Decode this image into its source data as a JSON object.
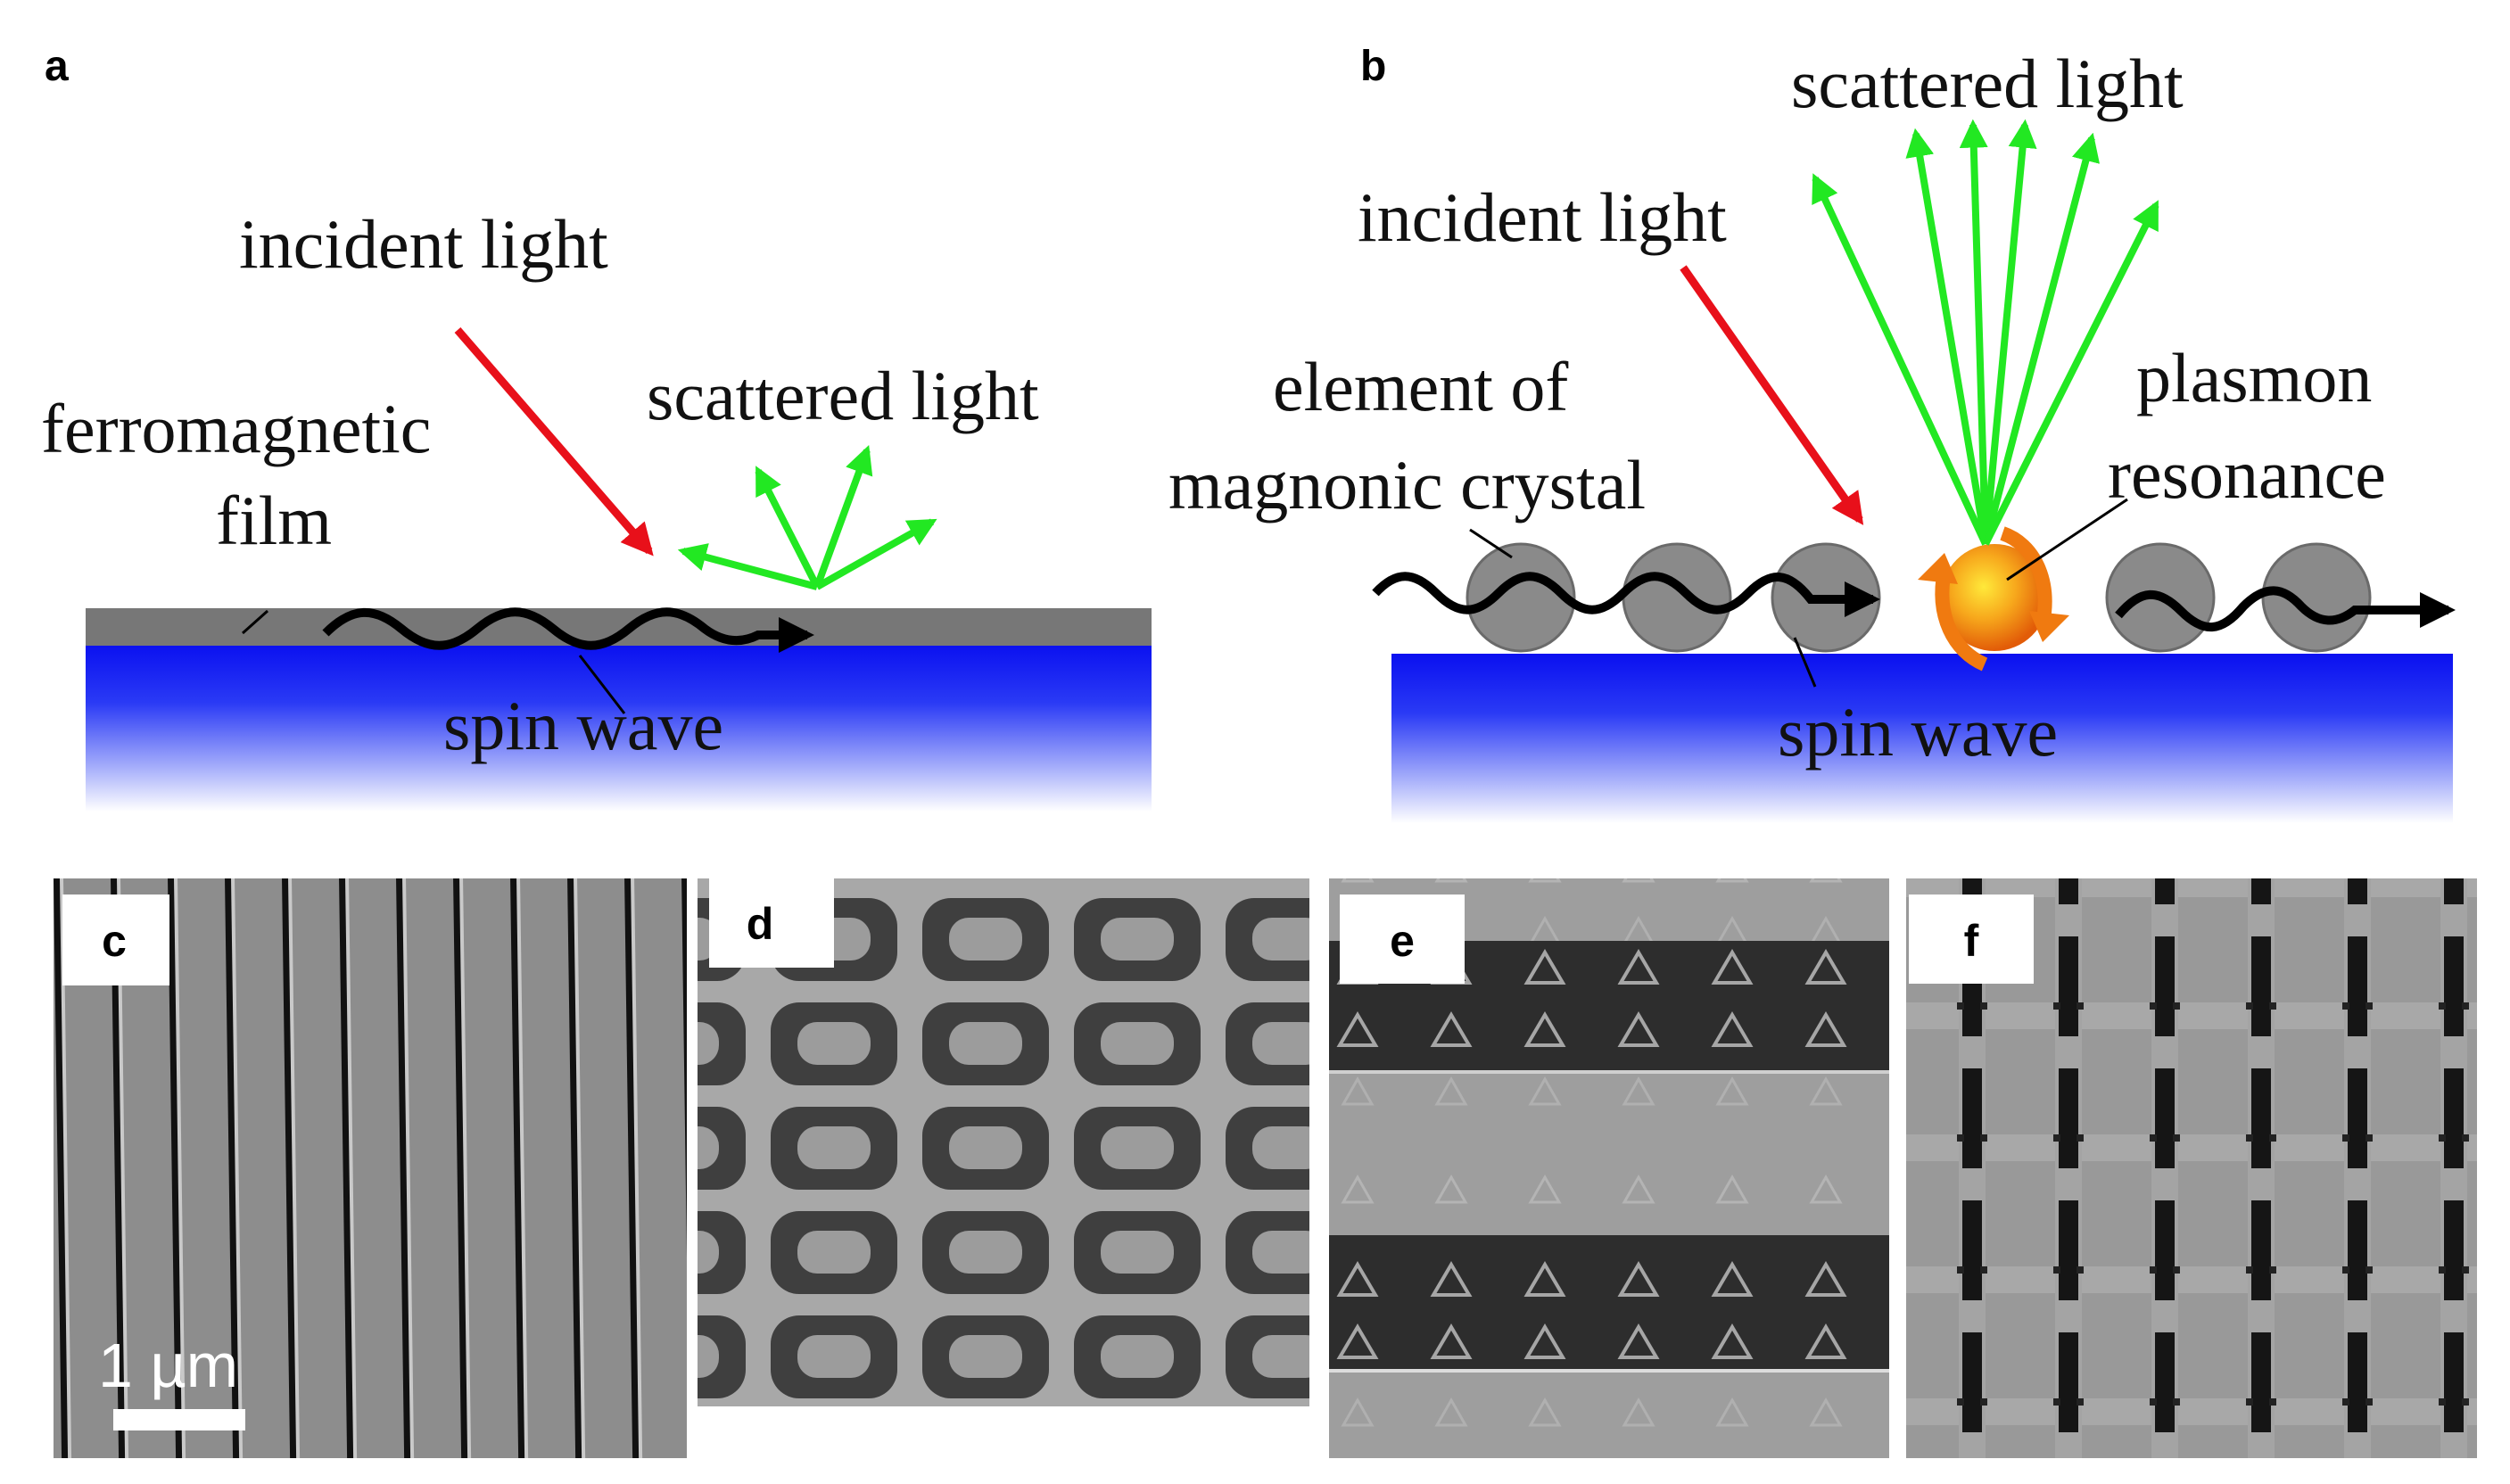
{
  "panels": {
    "a": {
      "letter": "a",
      "incident": "incident light",
      "scattered": "scattered light",
      "film_line1": "ferromagnetic",
      "film_line2": "film",
      "spin_wave": "spin wave"
    },
    "b": {
      "letter": "b",
      "scattered": "scattered light",
      "incident": "incident light",
      "element_line1": "element of",
      "element_line2": "magnonic crystal",
      "plasmon_line1": "plasmon",
      "plasmon_line2": "resonance",
      "spin_wave": "spin wave"
    },
    "c": {
      "letter": "c",
      "scale_bar": "1 µm"
    },
    "d": {
      "letter": "d"
    },
    "e": {
      "letter": "e"
    },
    "f": {
      "letter": "f"
    }
  },
  "colors": {
    "incident_arrow": "#e8101a",
    "scattered_arrow": "#22e822",
    "substrate": "#0a14f0",
    "film": "#777777",
    "element": "#8a8a8a",
    "plasmon_sphere": "#f59a12"
  }
}
